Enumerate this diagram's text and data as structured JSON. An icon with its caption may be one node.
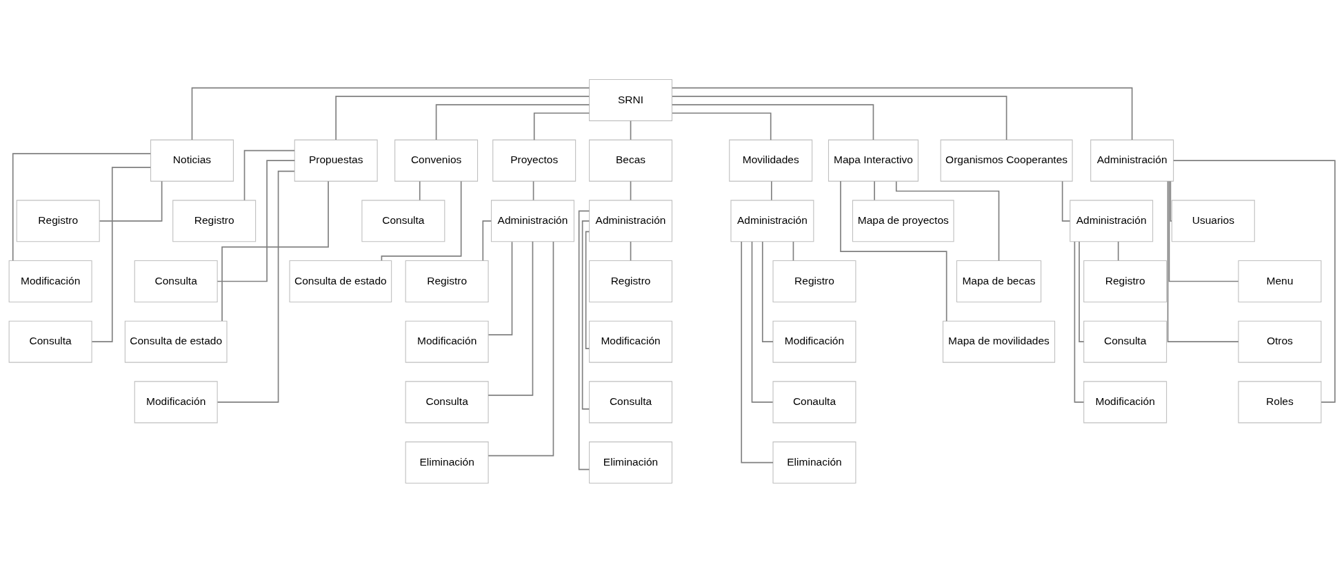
{
  "diagram": {
    "nodes": [
      {
        "text": [
          "SRNI"
        ]
      },
      {
        "text": [
          "Noticias"
        ]
      },
      {
        "text": [
          "Registro"
        ]
      },
      {
        "text": [
          "Modificación"
        ]
      },
      {
        "text": [
          "Consulta"
        ]
      },
      {
        "text": [
          "Propuestas"
        ]
      },
      {
        "text": [
          "Registro"
        ]
      },
      {
        "text": [
          "Consulta"
        ]
      },
      {
        "text": [
          "Consulta de estado"
        ]
      },
      {
        "text": [
          "Modificación"
        ]
      },
      {
        "text": [
          "Convenios"
        ]
      },
      {
        "text": [
          "Consulta"
        ]
      },
      {
        "text": [
          "Consulta de estado"
        ]
      },
      {
        "text": [
          "Proyectos"
        ]
      },
      {
        "text": [
          "Administración"
        ]
      },
      {
        "text": [
          "Registro"
        ]
      },
      {
        "text": [
          "Modificación"
        ]
      },
      {
        "text": [
          "Consulta"
        ]
      },
      {
        "text": [
          "Eliminación"
        ]
      },
      {
        "text": [
          "Becas"
        ]
      },
      {
        "text": [
          "Administración"
        ]
      },
      {
        "text": [
          "Registro"
        ]
      },
      {
        "text": [
          "Modificación"
        ]
      },
      {
        "text": [
          "Consulta"
        ]
      },
      {
        "text": [
          "Eliminación"
        ]
      },
      {
        "text": [
          "Movilidades"
        ]
      },
      {
        "text": [
          "Administración"
        ]
      },
      {
        "text": [
          "Registro"
        ]
      },
      {
        "text": [
          "Modificación"
        ]
      },
      {
        "text": [
          "Conaulta"
        ]
      },
      {
        "text": [
          "Eliminación"
        ]
      },
      {
        "text": [
          "Mapa Interactivo"
        ]
      },
      {
        "text": [
          "Mapa de proyectos"
        ]
      },
      {
        "text": [
          "Mapa de becas"
        ]
      },
      {
        "text": [
          "Mapa de movilidades"
        ]
      },
      {
        "text": [
          "Organismos Cooperantes"
        ]
      },
      {
        "text": [
          "Administración"
        ]
      },
      {
        "text": [
          "Registro"
        ]
      },
      {
        "text": [
          "Consulta"
        ]
      },
      {
        "text": [
          "Modificación"
        ]
      },
      {
        "text": [
          "Administración"
        ]
      },
      {
        "text": [
          "Usuarios"
        ]
      },
      {
        "text": [
          "Menu"
        ]
      },
      {
        "text": [
          "Otros"
        ]
      },
      {
        "text": [
          "Roles"
        ]
      }
    ],
    "edges": [
      {
        "from": 0,
        "to": 1,
        "arrow": "none"
      },
      {
        "from": 0,
        "to": 5,
        "arrow": "none"
      },
      {
        "from": 0,
        "to": 10,
        "arrow": "none"
      },
      {
        "from": 0,
        "to": 13,
        "arrow": "none"
      },
      {
        "from": 0,
        "to": 19,
        "arrow": "none"
      },
      {
        "from": 0,
        "to": 25,
        "arrow": "none"
      },
      {
        "from": 0,
        "to": 31,
        "arrow": "none"
      },
      {
        "from": 0,
        "to": 35,
        "arrow": "none"
      },
      {
        "from": 0,
        "to": 40,
        "arrow": "none"
      },
      {
        "from": 1,
        "to": 2,
        "arrow": "none"
      },
      {
        "from": 1,
        "to": 3,
        "arrow": "none"
      },
      {
        "from": 1,
        "to": 4,
        "arrow": "none"
      },
      {
        "from": 5,
        "to": 6,
        "arrow": "none"
      },
      {
        "from": 5,
        "to": 7,
        "arrow": "none"
      },
      {
        "from": 5,
        "to": 8,
        "arrow": "none"
      },
      {
        "from": 5,
        "to": 9,
        "arrow": "none"
      },
      {
        "from": 10,
        "to": 11,
        "arrow": "none"
      },
      {
        "from": 10,
        "to": 12,
        "arrow": "none"
      },
      {
        "from": 13,
        "to": 14,
        "arrow": "none"
      },
      {
        "from": 14,
        "to": 15,
        "arrow": "none"
      },
      {
        "from": 14,
        "to": 16,
        "arrow": "none"
      },
      {
        "from": 14,
        "to": 17,
        "arrow": "none"
      },
      {
        "from": 14,
        "to": 18,
        "arrow": "none"
      },
      {
        "from": 19,
        "to": 20,
        "arrow": "none"
      },
      {
        "from": 20,
        "to": 21,
        "arrow": "none"
      },
      {
        "from": 20,
        "to": 22,
        "arrow": "none"
      },
      {
        "from": 20,
        "to": 23,
        "arrow": "none"
      },
      {
        "from": 20,
        "to": 24,
        "arrow": "none"
      },
      {
        "from": 25,
        "to": 26,
        "arrow": "none"
      },
      {
        "from": 26,
        "to": 27,
        "arrow": "none"
      },
      {
        "from": 26,
        "to": 28,
        "arrow": "none"
      },
      {
        "from": 26,
        "to": 29,
        "arrow": "none"
      },
      {
        "from": 26,
        "to": 30,
        "arrow": "none"
      },
      {
        "from": 31,
        "to": 32,
        "arrow": "none"
      },
      {
        "from": 31,
        "to": 33,
        "arrow": "none"
      },
      {
        "from": 31,
        "to": 34,
        "arrow": "none"
      },
      {
        "from": 35,
        "to": 36,
        "arrow": "none"
      },
      {
        "from": 36,
        "to": 37,
        "arrow": "none"
      },
      {
        "from": 36,
        "to": 38,
        "arrow": "none"
      },
      {
        "from": 36,
        "to": 39,
        "arrow": "none"
      },
      {
        "from": 40,
        "to": 41,
        "arrow": "none"
      },
      {
        "from": 40,
        "to": 42,
        "arrow": "none"
      },
      {
        "from": 40,
        "to": 43,
        "arrow": "none"
      },
      {
        "from": 40,
        "to": 44,
        "arrow": "none"
      }
    ]
  }
}
